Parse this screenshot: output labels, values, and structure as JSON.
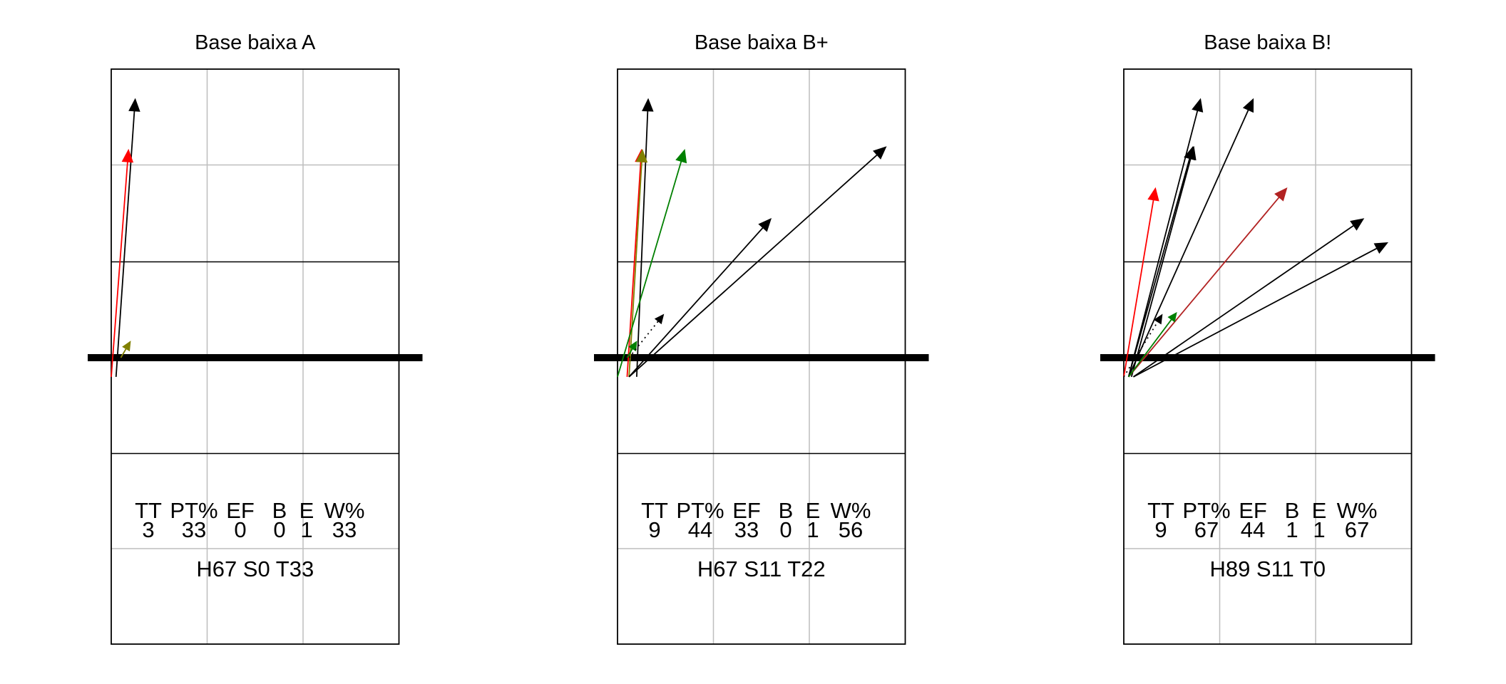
{
  "colors": {
    "black": "#000000",
    "red": "#ff0000",
    "darkred": "#b22222",
    "green": "#008000",
    "olive": "#808000",
    "grid": "#bebebe"
  },
  "panels": [
    {
      "title": "Base baixa A",
      "stats_header": [
        "TT",
        "PT%",
        "EF",
        "B",
        "E",
        "W%"
      ],
      "stats_values": [
        "3",
        "33",
        "0",
        "0",
        "1",
        "33"
      ],
      "summary": "H67 S0 T33",
      "arrows": [
        {
          "from": [
            0.05,
            -0.2
          ],
          "to": [
            0.25,
            2.7
          ],
          "color": "black",
          "style": "solid",
          "head": "large"
        },
        {
          "from": [
            0.0,
            -0.2
          ],
          "to": [
            0.18,
            2.17
          ],
          "color": "red",
          "style": "solid",
          "head": "large"
        },
        {
          "from": [
            0.1,
            0.0
          ],
          "to": [
            0.2,
            0.17
          ],
          "color": "olive",
          "style": "solid",
          "head": "small"
        }
      ]
    },
    {
      "title": "Base baixa B+",
      "stats_header": [
        "TT",
        "PT%",
        "EF",
        "B",
        "E",
        "W%"
      ],
      "stats_values": [
        "9",
        "44",
        "33",
        "0",
        "1",
        "56"
      ],
      "summary": "H67 S11 T22",
      "arrows": [
        {
          "from": [
            0.2,
            -0.2
          ],
          "to": [
            0.32,
            2.7
          ],
          "color": "black",
          "style": "solid",
          "head": "large"
        },
        {
          "from": [
            0.1,
            -0.2
          ],
          "to": [
            0.25,
            2.17
          ],
          "color": "red",
          "style": "solid",
          "head": "large"
        },
        {
          "from": [
            0.12,
            -0.2
          ],
          "to": [
            0.26,
            2.17
          ],
          "color": "olive",
          "style": "solid",
          "head": "large"
        },
        {
          "from": [
            0.0,
            -0.2
          ],
          "to": [
            0.7,
            2.17
          ],
          "color": "green",
          "style": "solid",
          "head": "large"
        },
        {
          "from": [
            0.1,
            0.0
          ],
          "to": [
            0.2,
            0.17
          ],
          "color": "green",
          "style": "solid",
          "head": "small"
        },
        {
          "from": [
            0.12,
            0.0
          ],
          "to": [
            0.48,
            0.45
          ],
          "color": "black",
          "style": "dotted",
          "head": "small"
        },
        {
          "from": [
            0.12,
            -0.2
          ],
          "to": [
            1.6,
            1.45
          ],
          "color": "black",
          "style": "solid",
          "head": "large"
        },
        {
          "from": [
            0.12,
            -0.2
          ],
          "to": [
            2.8,
            2.2
          ],
          "color": "black",
          "style": "solid",
          "head": "large"
        }
      ]
    },
    {
      "title": "Base baixa B!",
      "stats_header": [
        "TT",
        "PT%",
        "EF",
        "B",
        "E",
        "W%"
      ],
      "stats_values": [
        "9",
        "67",
        "44",
        "1",
        "1",
        "67"
      ],
      "summary": "H89 S11 T0",
      "arrows": [
        {
          "from": [
            0.05,
            -0.2
          ],
          "to": [
            0.8,
            2.7
          ],
          "color": "black",
          "style": "solid",
          "head": "large"
        },
        {
          "from": [
            0.05,
            -0.2
          ],
          "to": [
            1.35,
            2.7
          ],
          "color": "black",
          "style": "solid",
          "head": "large"
        },
        {
          "from": [
            0.05,
            -0.2
          ],
          "to": [
            0.72,
            2.2
          ],
          "color": "black",
          "style": "solid",
          "head": "large"
        },
        {
          "from": [
            0.08,
            -0.2
          ],
          "to": [
            0.73,
            2.2
          ],
          "color": "black",
          "style": "solid",
          "head": "large"
        },
        {
          "from": [
            0.0,
            -0.2
          ],
          "to": [
            0.33,
            1.77
          ],
          "color": "red",
          "style": "solid",
          "head": "large"
        },
        {
          "from": [
            0.05,
            -0.2
          ],
          "to": [
            1.7,
            1.77
          ],
          "color": "darkred",
          "style": "solid",
          "head": "large"
        },
        {
          "from": [
            0.05,
            -0.2
          ],
          "to": [
            0.55,
            0.47
          ],
          "color": "green",
          "style": "solid",
          "head": "small"
        },
        {
          "from": [
            0.0,
            -0.2
          ],
          "to": [
            0.4,
            0.45
          ],
          "color": "black",
          "style": "dotted",
          "head": "small"
        },
        {
          "from": [
            0.1,
            -0.2
          ],
          "to": [
            2.5,
            1.45
          ],
          "color": "black",
          "style": "solid",
          "head": "large"
        },
        {
          "from": [
            0.1,
            -0.2
          ],
          "to": [
            2.75,
            1.2
          ],
          "color": "black",
          "style": "solid",
          "head": "large"
        }
      ]
    }
  ]
}
